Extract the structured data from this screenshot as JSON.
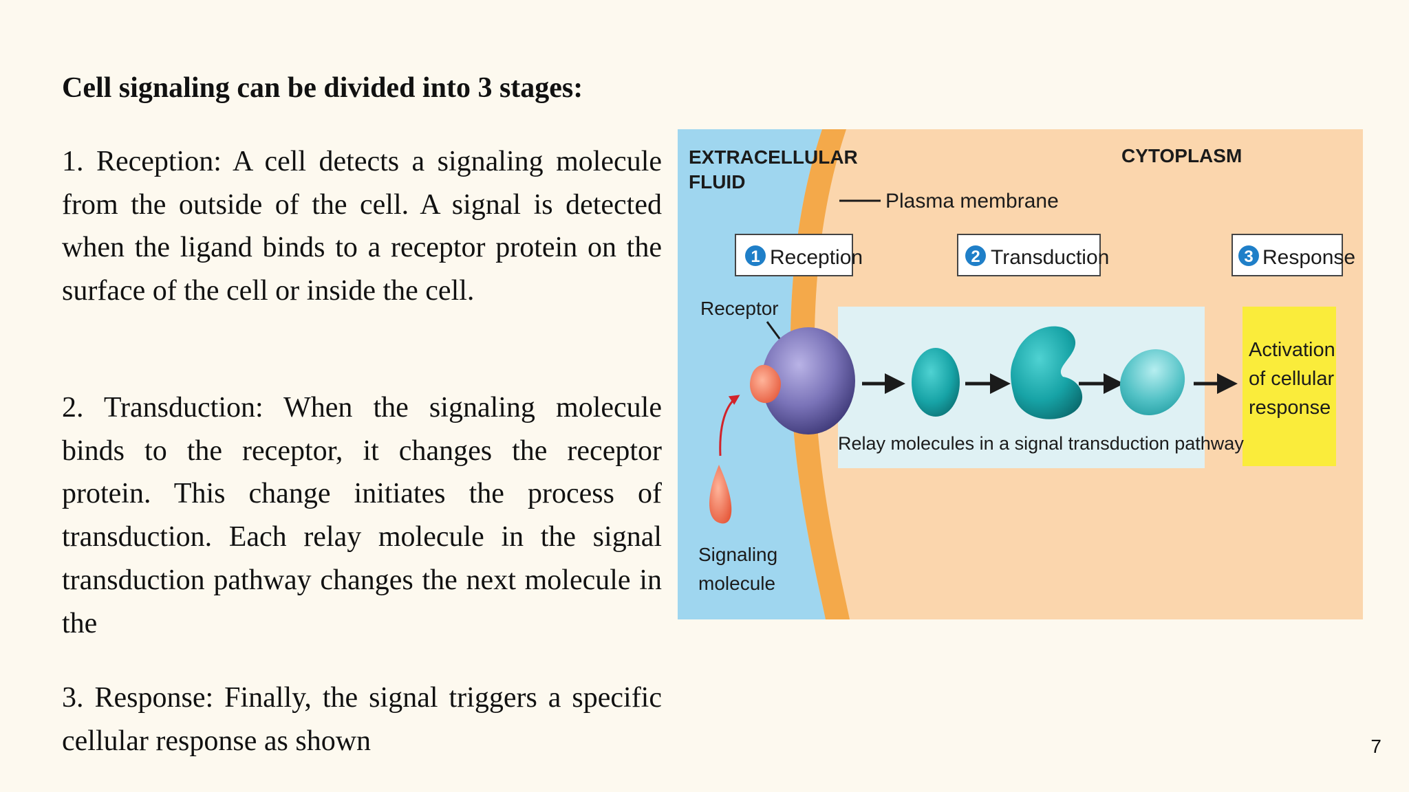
{
  "slide": {
    "title": "Cell signaling can be divided into 3 stages:",
    "paragraphs": [
      "1. Reception: A cell detects a signaling molecule from the outside of the cell. A signal is detected when the ligand binds to a receptor protein on the surface of the cell or inside the cell.",
      "2. Transduction: When the signaling molecule binds to the receptor, it changes the receptor protein. This change initiates the process of transduction. Each relay molecule in the signal transduction pathway changes the next molecule in the",
      "3. Response: Finally, the signal triggers a specific cellular response as shown"
    ],
    "page_number": "7"
  },
  "figure": {
    "extracellular_line1": "EXTRACELLULAR",
    "extracellular_line2": "FLUID",
    "cytoplasm": "CYTOPLASM",
    "plasma_membrane": "Plasma membrane",
    "stages": [
      {
        "num": "1",
        "label": "Reception"
      },
      {
        "num": "2",
        "label": "Transduction"
      },
      {
        "num": "3",
        "label": "Response"
      }
    ],
    "receptor": "Receptor",
    "relay_caption": "Relay molecules in a signal transduction pathway",
    "activation_line1": "Activation",
    "activation_line2": "of cellular",
    "activation_line3": "response",
    "signaling_line1": "Signaling",
    "signaling_line2": "molecule",
    "colors": {
      "extracellular": "#9fd6ef",
      "membrane": "#f4a94a",
      "cytoplasm": "#fbd6ad",
      "pathway_box": "#dff1f4",
      "response_box": "#faec3b",
      "relay": "#17a3a6",
      "receptor": "#7a73b8",
      "ligand": "#f07155"
    }
  }
}
